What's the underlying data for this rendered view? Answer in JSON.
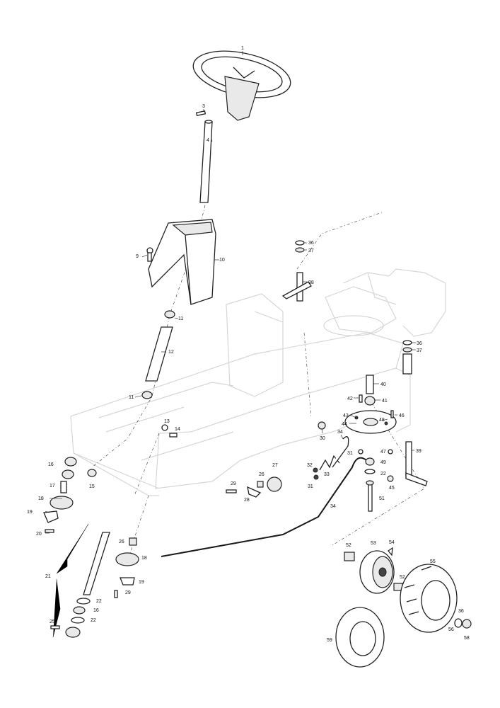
{
  "labels": {
    "p1": "1",
    "p3": "3",
    "p4": "4",
    "p9": "9",
    "p10": "10",
    "p11a": "11",
    "p11b": "11",
    "p12": "12",
    "p13": "13",
    "p14": "14",
    "p15": "15",
    "p16a": "16",
    "p16b": "16",
    "p17": "17",
    "p18a": "18",
    "p18b": "18",
    "p19a": "19",
    "p19b": "19",
    "p20": "20",
    "p21": "21",
    "p22a": "22",
    "p22b": "22",
    "p22c": "22",
    "p25": "25",
    "p26a": "26",
    "p26b": "26",
    "p27": "27",
    "p28": "28",
    "p29a": "29",
    "p29b": "29",
    "p30": "30",
    "p31a": "31",
    "p31b": "31",
    "p32": "32",
    "p33": "33",
    "p34a": "34",
    "p34b": "34",
    "p36a": "36",
    "p36b": "36",
    "p36c": "36",
    "p37a": "37",
    "p37b": "37",
    "p38": "38",
    "p39": "39",
    "p40": "40",
    "p41": "41",
    "p42": "42",
    "p43": "43",
    "p44": "44",
    "p45": "45",
    "p46": "46",
    "p47": "47",
    "p48": "48",
    "p49": "49",
    "p51": "51",
    "p52a": "52",
    "p52b": "52",
    "p53": "53",
    "p54": "54",
    "p55": "55",
    "p56": "56",
    "p58": "58",
    "p59": "59"
  }
}
